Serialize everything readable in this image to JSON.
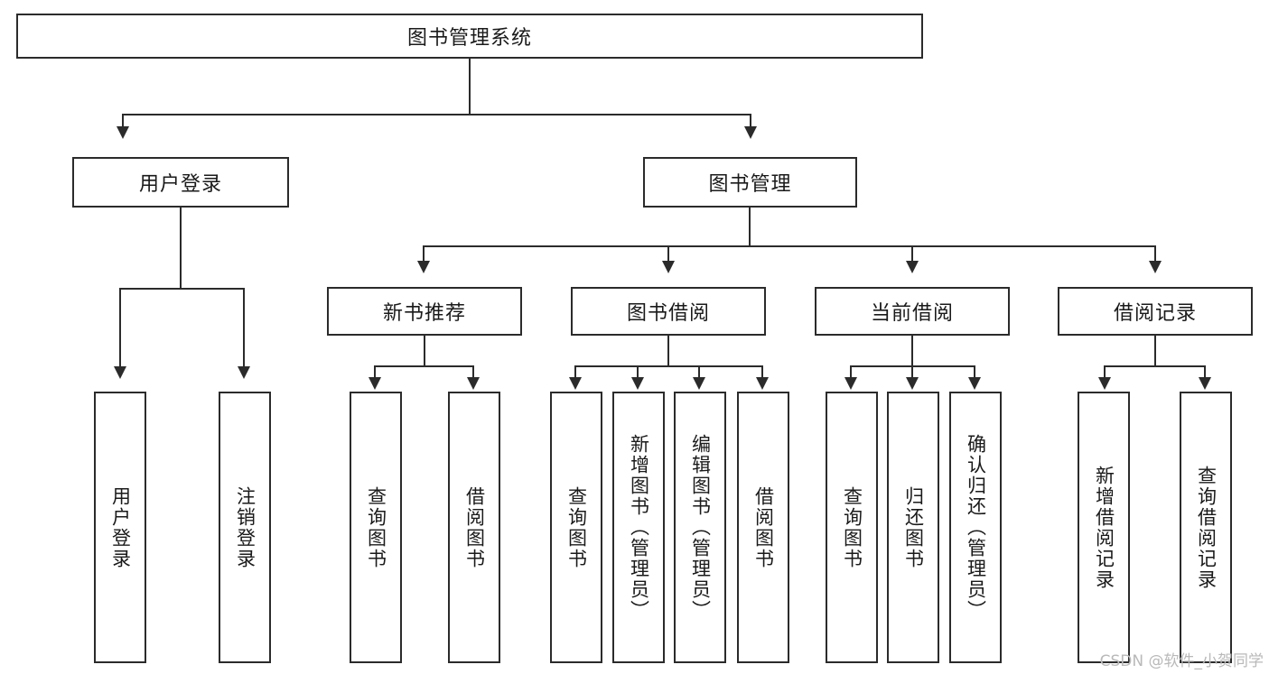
{
  "diagram": {
    "type": "tree-hierarchy",
    "title": "图书管理系统",
    "watermark": "CSDN @软件_小贺同学",
    "colors": {
      "stroke": "#2b2b2b",
      "fill": "#ffffff",
      "text": "#1a1a1a",
      "watermark": "#b9b9b9"
    },
    "nodes": {
      "root": {
        "label": "图书管理系统"
      },
      "level2": [
        {
          "label": "用户登录"
        },
        {
          "label": "图书管理"
        }
      ],
      "level3": [
        {
          "label": "新书推荐"
        },
        {
          "label": "图书借阅"
        },
        {
          "label": "当前借阅"
        },
        {
          "label": "借阅记录"
        }
      ],
      "leaves": {
        "user_login": [
          {
            "label": "用户登录"
          },
          {
            "label": "注销登录"
          }
        ],
        "new_book": [
          {
            "label": "查询图书"
          },
          {
            "label": "借阅图书"
          }
        ],
        "book_borrow": [
          {
            "label": "查询图书"
          },
          {
            "label": "新增图书（管理员）"
          },
          {
            "label": "编辑图书（管理员）"
          },
          {
            "label": "借阅图书"
          }
        ],
        "current_borrow": [
          {
            "label": "查询图书"
          },
          {
            "label": "归还图书"
          },
          {
            "label": "确认归还（管理员）"
          }
        ],
        "borrow_record": [
          {
            "label": "新增借阅记录"
          },
          {
            "label": "查询借阅记录"
          }
        ]
      }
    }
  }
}
